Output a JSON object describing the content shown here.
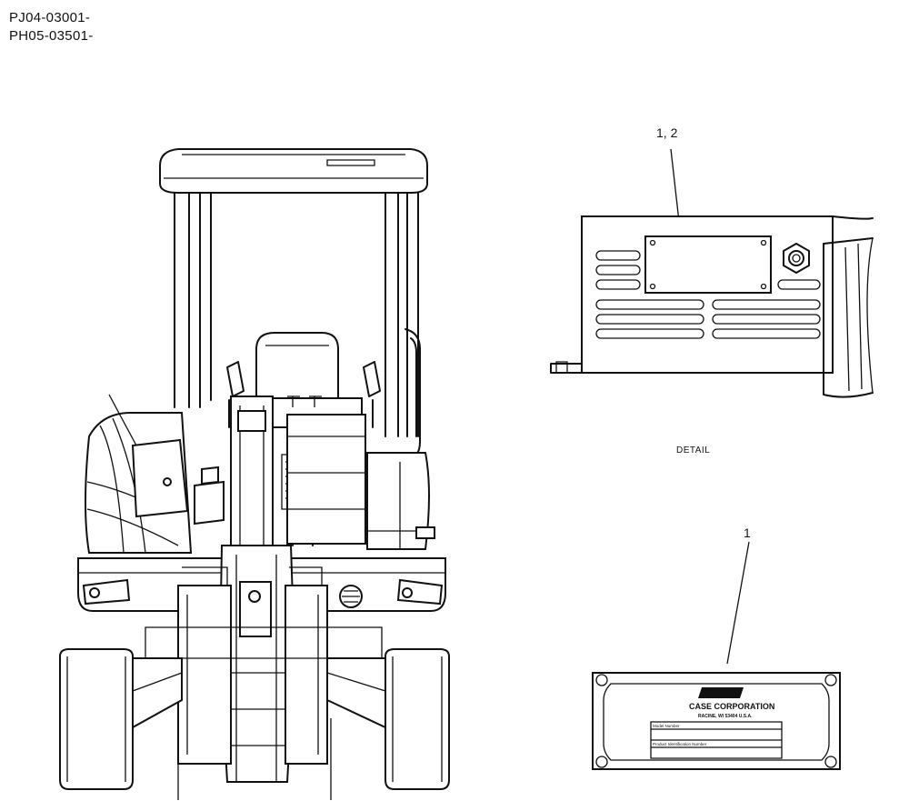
{
  "serial_ranges": [
    "PJ04-03001-",
    "PH05-03501-"
  ],
  "callouts": {
    "detail_ref": "1, 2",
    "plate_ref": "1"
  },
  "detail_label": "DETAIL",
  "plate": {
    "brand": "CASE",
    "company": "CASE CORPORATION",
    "address": "RACINE, WI 53404 U.S.A.",
    "field_1": "Model Number",
    "field_2": "Product Identification Number"
  }
}
